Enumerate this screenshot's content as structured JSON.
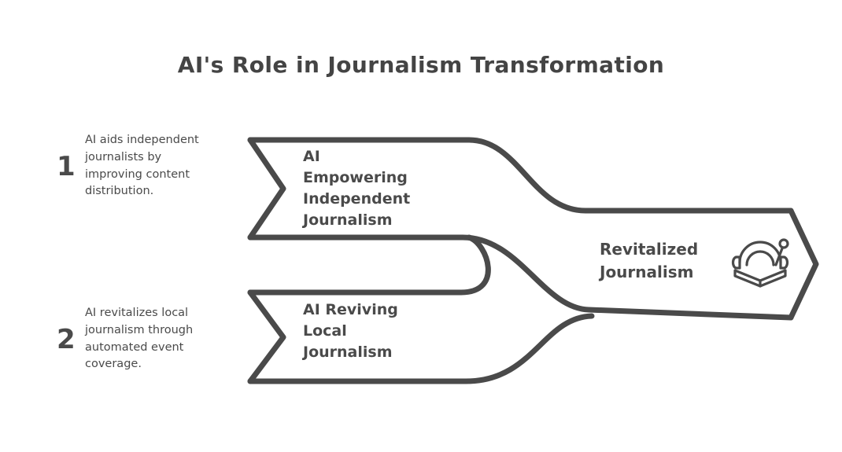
{
  "title": "AI's Role in Journalism Transformation",
  "colors": {
    "stroke": "#4a4a4a",
    "text": "#4a4a4a",
    "background": "#ffffff"
  },
  "annotations": [
    {
      "number": "1",
      "text": "AI aids independent journalists by improving content distribution."
    },
    {
      "number": "2",
      "text": "AI revitalizes local journalism through automated event coverage."
    }
  ],
  "flow": {
    "inputs": [
      {
        "label": "AI\nEmpowering\nIndependent\nJournalism"
      },
      {
        "label": "AI Reviving\nLocal\nJournalism"
      }
    ],
    "output": {
      "label": "Revitalized\nJournalism",
      "icon": "audiobook-headset-icon"
    }
  },
  "chart_data": {
    "type": "diagram",
    "subtype": "merging-arrow-flow",
    "title": "AI's Role in Journalism Transformation",
    "nodes": [
      {
        "id": 1,
        "role": "input",
        "label": "AI Empowering Independent Journalism",
        "annotation": "AI aids independent journalists by improving content distribution."
      },
      {
        "id": 2,
        "role": "input",
        "label": "AI Reviving Local Journalism",
        "annotation": "AI revitalizes local journalism through automated event coverage."
      },
      {
        "id": 3,
        "role": "output",
        "label": "Revitalized Journalism",
        "icon": "audiobook-headset-icon"
      }
    ],
    "edges": [
      {
        "from": 1,
        "to": 3
      },
      {
        "from": 2,
        "to": 3
      }
    ]
  }
}
